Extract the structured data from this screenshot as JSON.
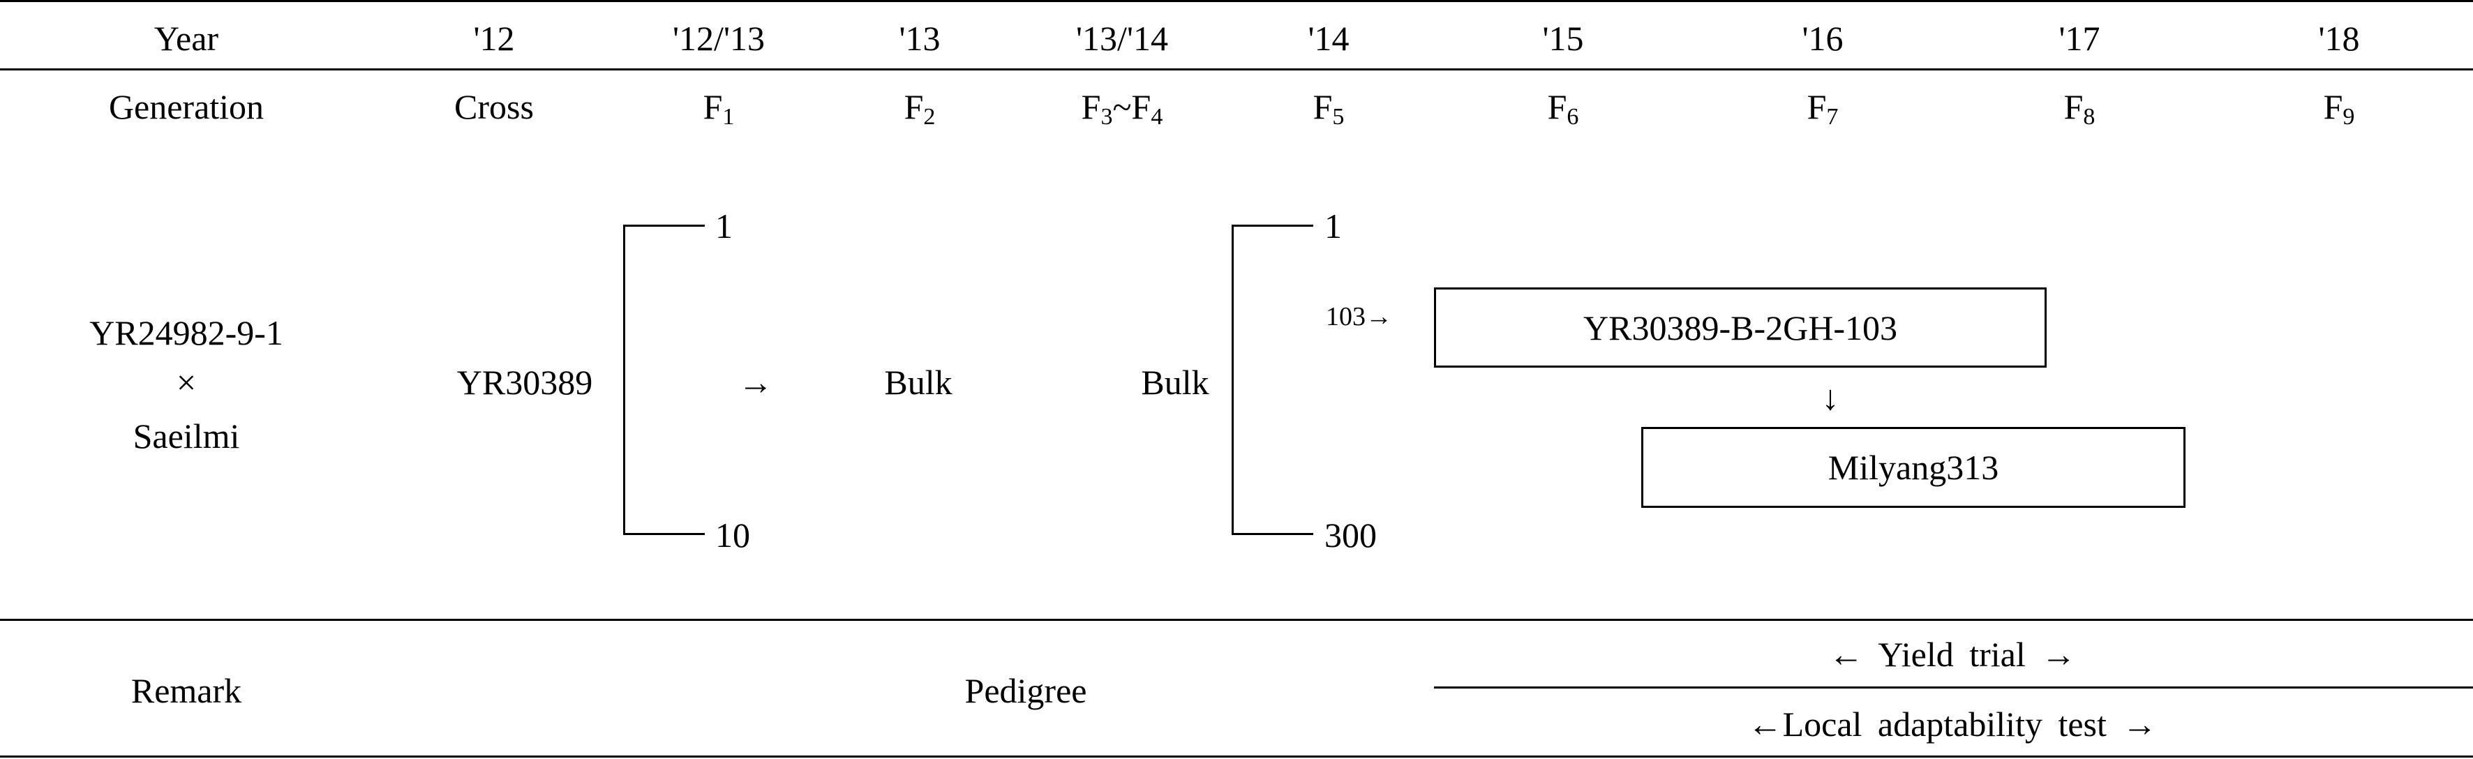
{
  "header": {
    "year_label": "Year",
    "years": [
      "'12",
      "'12/'13",
      "'13",
      "'13/'14",
      "'14",
      "'15",
      "'16",
      "'17",
      "'18"
    ]
  },
  "generation": {
    "label": "Generation",
    "cross": "Cross",
    "gens": [
      {
        "base": "F",
        "sub": "1"
      },
      {
        "base": "F",
        "sub": "2"
      },
      {
        "base": "F",
        "sub": "3",
        "sep": "~F",
        "sub2": "4"
      },
      {
        "base": "F",
        "sub": "5"
      },
      {
        "base": "F",
        "sub": "6"
      },
      {
        "base": "F",
        "sub": "7"
      },
      {
        "base": "F",
        "sub": "8"
      },
      {
        "base": "F",
        "sub": "9"
      }
    ]
  },
  "pedigree": {
    "parent1": "YR24982-9-1",
    "cross_symbol": "×",
    "parent2": "Saeilmi",
    "cross_name": "YR30389",
    "f1_top": "1",
    "f1_bottom": "10",
    "arrow": "→",
    "bulk_f2": "Bulk",
    "bulk_f3f4": "Bulk",
    "f5_top": "1",
    "f5_bottom": "300",
    "selected": "103→",
    "line_name": "YR30389-B-2GH-103",
    "down_arrow": "↓",
    "variety": "Milyang313"
  },
  "remark": {
    "label": "Remark",
    "pedigree": "Pedigree",
    "yield_trial": "← Yield trial →",
    "local_test": "←Local adaptability test →"
  }
}
